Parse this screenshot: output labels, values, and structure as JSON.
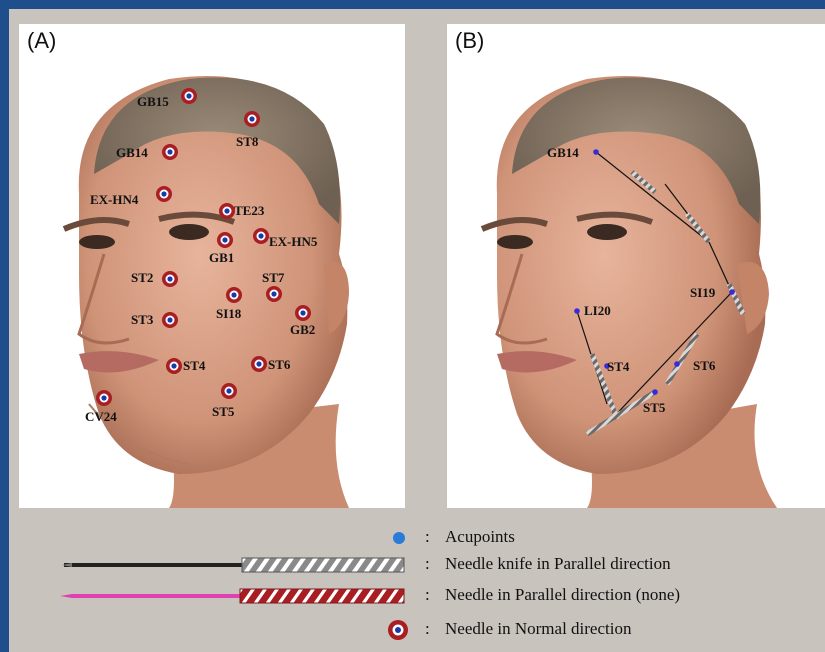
{
  "panels": {
    "a": {
      "label": "(A)",
      "points": [
        {
          "id": "GB15",
          "label": "GB15"
        },
        {
          "id": "ST8",
          "label": "ST8"
        },
        {
          "id": "GB14",
          "label": "GB14"
        },
        {
          "id": "EX-HN4",
          "label": "EX-HN4"
        },
        {
          "id": "TE23",
          "label": "TE23"
        },
        {
          "id": "GB1",
          "label": "GB1"
        },
        {
          "id": "EX-HN5",
          "label": "EX-HN5"
        },
        {
          "id": "ST2",
          "label": "ST2"
        },
        {
          "id": "ST7",
          "label": "ST7"
        },
        {
          "id": "SI18",
          "label": "SI18"
        },
        {
          "id": "ST3",
          "label": "ST3"
        },
        {
          "id": "GB2",
          "label": "GB2"
        },
        {
          "id": "ST4",
          "label": "ST4"
        },
        {
          "id": "ST6",
          "label": "ST6"
        },
        {
          "id": "ST5",
          "label": "ST5"
        },
        {
          "id": "CV24",
          "label": "CV24"
        }
      ]
    },
    "b": {
      "label": "(B)",
      "points": [
        {
          "id": "GB14",
          "label": "GB14"
        },
        {
          "id": "SI19",
          "label": "SI19"
        },
        {
          "id": "LI20",
          "label": "LI20"
        },
        {
          "id": "ST4",
          "label": "ST4"
        },
        {
          "id": "ST6",
          "label": "ST6"
        },
        {
          "id": "ST5",
          "label": "ST5"
        }
      ]
    }
  },
  "legend": {
    "colon": ":",
    "items": [
      {
        "text": "Acupoints",
        "symbol": "acupoint-dot"
      },
      {
        "text": "Needle knife in Parallel direction",
        "symbol": "needle-knife"
      },
      {
        "text": "Needle in Parallel direction (none)",
        "symbol": "needle-parallel"
      },
      {
        "text": "Needle in Normal direction",
        "symbol": "needle-normal"
      }
    ]
  },
  "colors": {
    "frame": "#1f4e8c",
    "background": "#c9c3bd",
    "acupoint": "#2a7ad8",
    "needle_normal_ring": "#a81e22",
    "needle_knife_handle": "#8a8a8a",
    "needle_parallel_handle": "#a81e22",
    "needle_parallel_shaft": "#e040b0",
    "skin": "#d9a48c",
    "hair": "#8a7a6a"
  }
}
